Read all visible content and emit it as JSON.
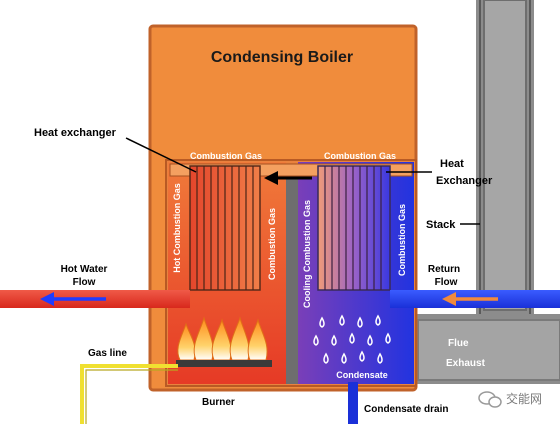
{
  "title": "Condensing Boiler",
  "labels": {
    "heat_exchanger_left": "Heat exchanger",
    "heat_exchanger_right_1": "Heat",
    "heat_exchanger_right_2": "Exchanger",
    "combustion_gas_top_left": "Combustion Gas",
    "combustion_gas_top_right": "Combustion Gas",
    "hot_combustion_gas": "Hot Combustion Gas",
    "combustion_gas_mid": "Combustion Gas",
    "cooling_combustion_gas": "Cooling Combustion Gas",
    "combustion_gas_right": "Combustion Gas",
    "stack": "Stack",
    "hot_water_1": "Hot Water",
    "hot_water_2": "Flow",
    "return_1": "Return",
    "return_2": "Flow",
    "gas_line": "Gas line",
    "burner": "Burner",
    "condensate": "Condensate",
    "condensate_drain": "Condensate drain",
    "flue_1": "Flue",
    "flue_2": "Exhaust",
    "watermark": "交能网"
  },
  "colors": {
    "boiler_orange": "#f08c3c",
    "boiler_border": "#c0622a",
    "hot_red": "#e8392b",
    "cool_blue": "#1b3fe0",
    "stack_gray": "#8c8c8c",
    "stack_dark": "#595959"
  },
  "icons": [
    "flame-icon",
    "water-drop-icon",
    "left-arrow-icon",
    "wechat-icon"
  ]
}
